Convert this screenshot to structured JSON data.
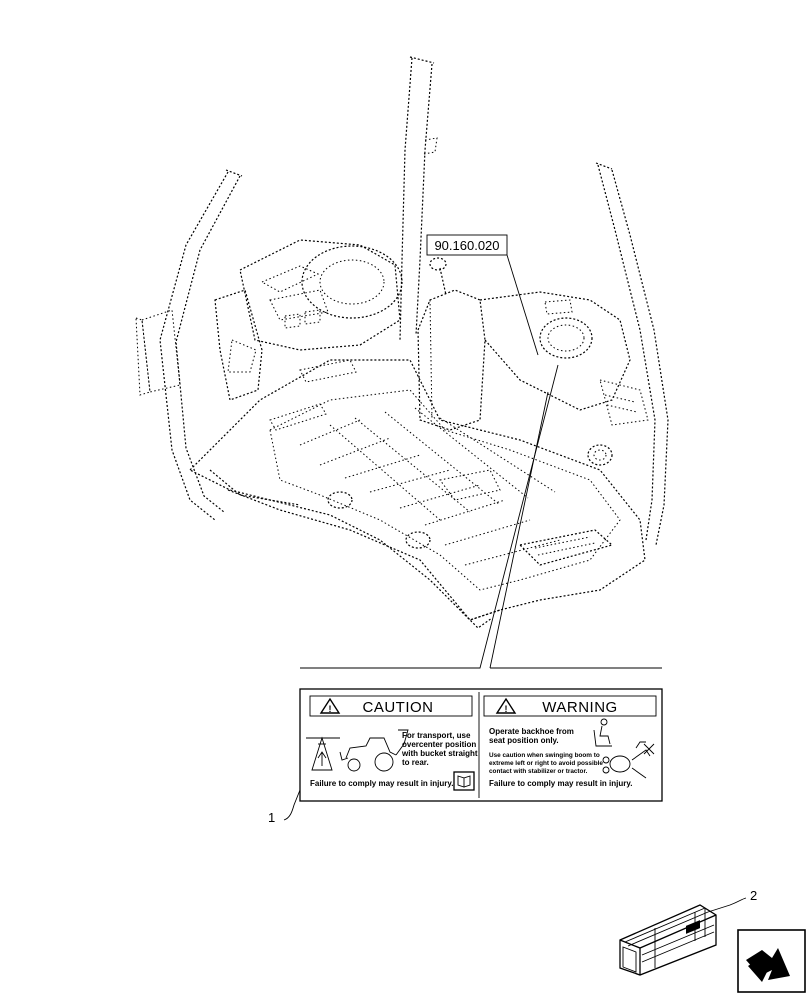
{
  "reference": "90.160.020",
  "callouts": {
    "item1": "1",
    "item2": "2"
  },
  "decal": {
    "caution_header": "CAUTION",
    "warning_header": "WARNING",
    "caution_lines": [
      "For transport, use",
      "overcenter position",
      "with bucket straight",
      "to rear."
    ],
    "caution_footer": "Failure to comply may result in injury.",
    "warning_top_lines": [
      "Operate backhoe from",
      "seat position only."
    ],
    "warning_lines": [
      "Use caution when swinging boom to",
      "extreme left or right to avoid possible",
      "contact with stabilizer or tractor."
    ],
    "warning_footer": "Failure to comply may result in injury."
  },
  "icons": {
    "cab": "cab-floor-illustration",
    "caution": "warning-triangle-icon",
    "manual": "operator-manual-icon",
    "kit": "parts-kit-box-icon",
    "nav": "next-page-arrow-icon"
  }
}
